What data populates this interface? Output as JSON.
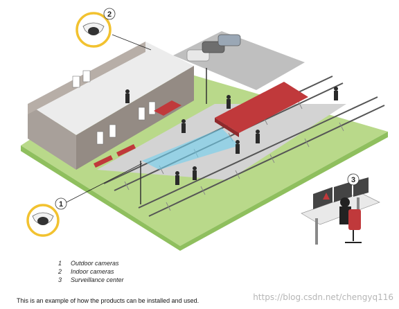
{
  "callouts": [
    {
      "number": "1",
      "label": "Outdoor cameras"
    },
    {
      "number": "2",
      "label": "Indoor cameras"
    },
    {
      "number": "3",
      "label": "Surveillance center"
    }
  ],
  "caption": "This is an example of how the products can be installed and used.",
  "watermark": "https://blog.csdn.net/chengyq116",
  "colors": {
    "highlight_ring": "#f2c230",
    "ground_green": "#b9d98a",
    "platform_gray": "#c8c8c8",
    "canopy_red": "#c0393b",
    "camera_view": "#6fd0f0"
  }
}
